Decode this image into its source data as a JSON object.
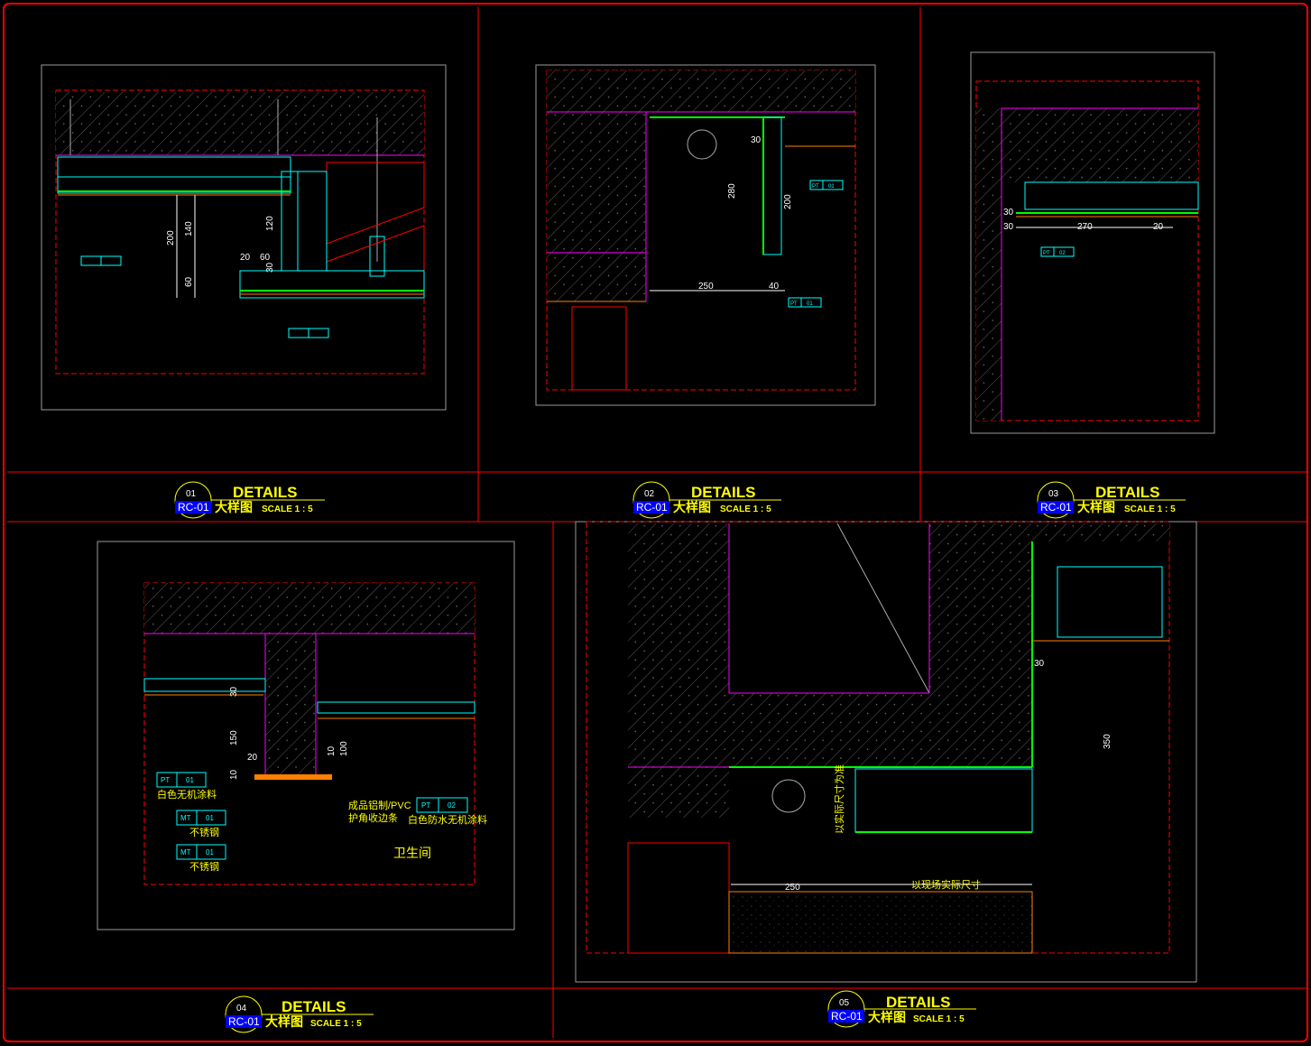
{
  "colors": {
    "frame": "#ff0000",
    "title": "#ffff00",
    "badge": "#0000ff",
    "concrete": "#606060",
    "magenta": "#ff00ff",
    "cyan": "#00ffff",
    "green": "#00ff00",
    "dim": "#ffffff"
  },
  "details": [
    {
      "number": "01",
      "sheet": "RC-01",
      "title": "DETAILS",
      "cn": "大样图",
      "scale": "SCALE 1 : 5",
      "dims": [
        "200",
        "140",
        "60",
        "20",
        "60",
        "120",
        "30"
      ]
    },
    {
      "number": "02",
      "sheet": "RC-01",
      "title": "DETAILS",
      "cn": "大样图",
      "scale": "SCALE 1 : 5",
      "dims": [
        "30",
        "280",
        "200",
        "250",
        "40"
      ],
      "tags": [
        {
          "code": "PT",
          "num": "01"
        },
        {
          "code": "PT",
          "num": "01"
        }
      ]
    },
    {
      "number": "03",
      "sheet": "RC-01",
      "title": "DETAILS",
      "cn": "大样图",
      "scale": "SCALE 1 : 5",
      "dims": [
        "30",
        "270",
        "20",
        "30"
      ],
      "tags": [
        {
          "code": "PT",
          "num": "02"
        }
      ]
    },
    {
      "number": "04",
      "sheet": "RC-01",
      "title": "DETAILS",
      "cn": "大样图",
      "scale": "SCALE 1 : 5",
      "dims": [
        "150",
        "20",
        "10",
        "100",
        "10",
        "30"
      ],
      "tags": [
        {
          "code": "PT",
          "num": "01"
        },
        {
          "code": "MT",
          "num": "01"
        },
        {
          "code": "MT",
          "num": "01"
        },
        {
          "code": "PT",
          "num": "02"
        }
      ],
      "labels": {
        "white_paint": "白色无机涂料",
        "stainless1": "不锈钢",
        "stainless2": "不锈钢",
        "pvc1": "成品铝制/PVC",
        "pvc2": "护角收边条",
        "waterproof": "白色防水无机涂料",
        "bathroom": "卫生间"
      }
    },
    {
      "number": "05",
      "sheet": "RC-01",
      "title": "DETAILS",
      "cn": "大样图",
      "scale": "SCALE 1 : 5",
      "dims": [
        "30",
        "350",
        "250"
      ],
      "labels": {
        "site_size": "以现场实际尺寸",
        "site_size_v": "以实际尺寸为准"
      }
    }
  ]
}
